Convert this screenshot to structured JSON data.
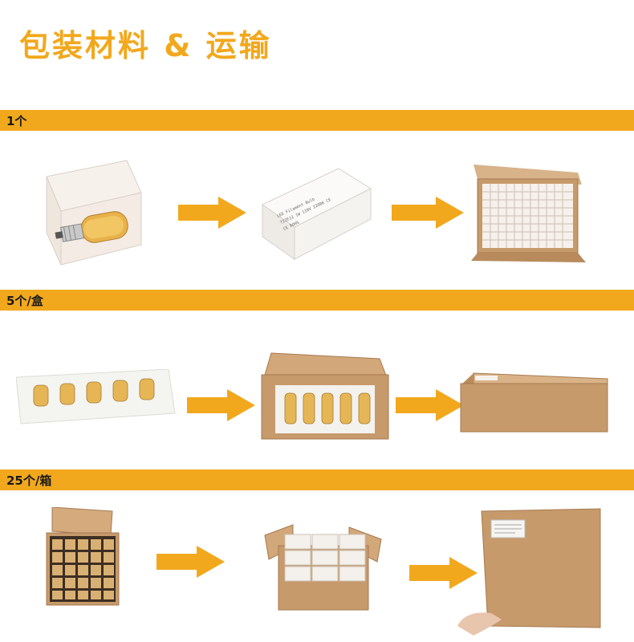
{
  "header": {
    "title": "包装材料 & 运输"
  },
  "sections": [
    {
      "label": "1个",
      "items": [
        "single-bulb-with-box-photo",
        "white-inner-box-photo",
        "filled-master-carton-photo"
      ],
      "box_print": [
        "LED Filament Bulb",
        "T22E12 1W 110V 2200K CE",
        "CE ROHS"
      ]
    },
    {
      "label": "5个/盒",
      "items": [
        "foam-tray-five-bulbs-photo",
        "kraft-box-five-bulbs-photo",
        "closed-kraft-box-photo"
      ]
    },
    {
      "label": "25个/箱",
      "items": [
        "inner-carton-grid-photo",
        "open-master-carton-photo",
        "sealed-carton-with-label-photo"
      ]
    }
  ],
  "colors": {
    "accent": "#f2a81d",
    "kraft": "#c79a6b",
    "kraft_dark": "#a67a4f",
    "foam": "#f4f4f0"
  }
}
